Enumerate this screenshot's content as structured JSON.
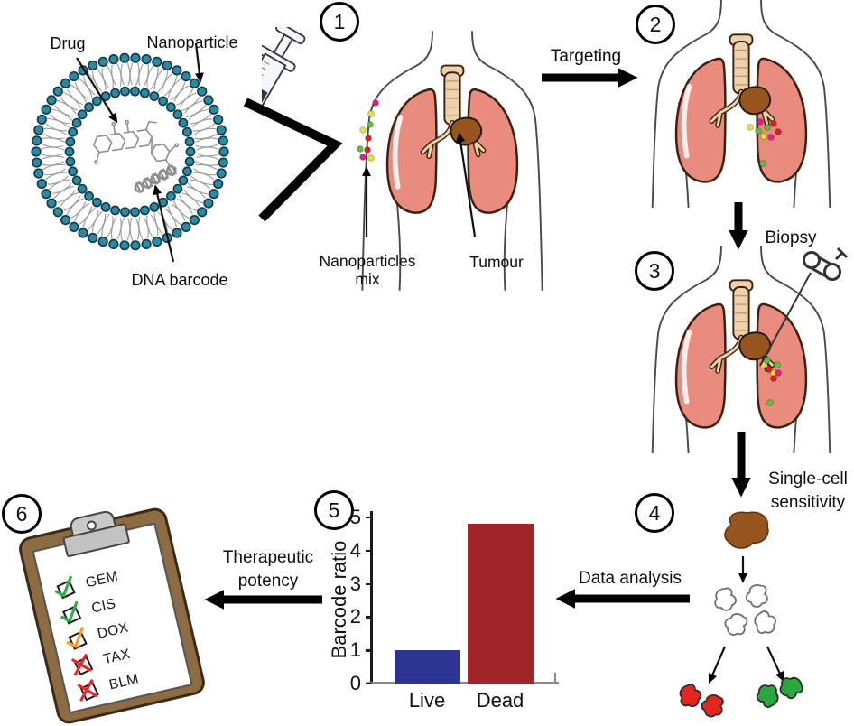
{
  "colors": {
    "lipid": "#2c89a0",
    "lipid-dark": "#10384a",
    "tail": "#9a9a9a",
    "outline": "#4a4a4a",
    "lung": "#e98b7d",
    "lung-edge": "#3c2013",
    "trachea": "#ecd3ab",
    "tumour": "#96551f",
    "tumour-edge": "#2a1508",
    "dot-magenta": "#e0218a",
    "dot-yellow": "#e6e23b",
    "dot-green": "#64bd3c",
    "dot-red": "#d92027",
    "cell-red": "#e42522",
    "cell-green": "#2ca63e",
    "clipboard": "#8d6b43",
    "clipboard-edge": "#3a2a16"
  },
  "liposome": {
    "drug_label": "Drug",
    "nanoparticle_label": "Nanoparticle",
    "dna_barcode_label": "DNA barcode"
  },
  "steps": {
    "s1": "1",
    "s2": "2",
    "s3": "3",
    "s4": "4",
    "s5": "5",
    "s6": "6"
  },
  "labels": {
    "nanoparticles_mix_line1": "Nanoparticles",
    "nanoparticles_mix_line2": "mix",
    "tumour": "Tumour",
    "targeting": "Targeting",
    "biopsy": "Biopsy",
    "single_cell_line1": "Single-cell",
    "single_cell_line2": "sensitivity",
    "data_analysis": "Data analysis",
    "therapeutic_line1": "Therapeutic",
    "therapeutic_line2": "potency"
  },
  "chart_data": {
    "type": "bar",
    "categories": [
      "Live",
      "Dead"
    ],
    "values": [
      1.0,
      4.8
    ],
    "series_colors": [
      "#2b3490",
      "#a1242a"
    ],
    "title": "",
    "xlabel": "",
    "ylabel": "Barcode ratio",
    "yticks": [
      0,
      1,
      2,
      3,
      4,
      5
    ],
    "ylim": [
      0,
      5
    ],
    "grid": false,
    "legend": false
  },
  "clipboard": {
    "items": [
      {
        "drug": "GEM",
        "mark": "check",
        "color": "#2fae49"
      },
      {
        "drug": "CIS",
        "mark": "check",
        "color": "#2fae49"
      },
      {
        "drug": "DOX",
        "mark": "check",
        "color": "#f5a11f"
      },
      {
        "drug": "TAX",
        "mark": "cross",
        "color": "#ea2630"
      },
      {
        "drug": "BLM",
        "mark": "cross",
        "color": "#ea2630"
      }
    ]
  }
}
